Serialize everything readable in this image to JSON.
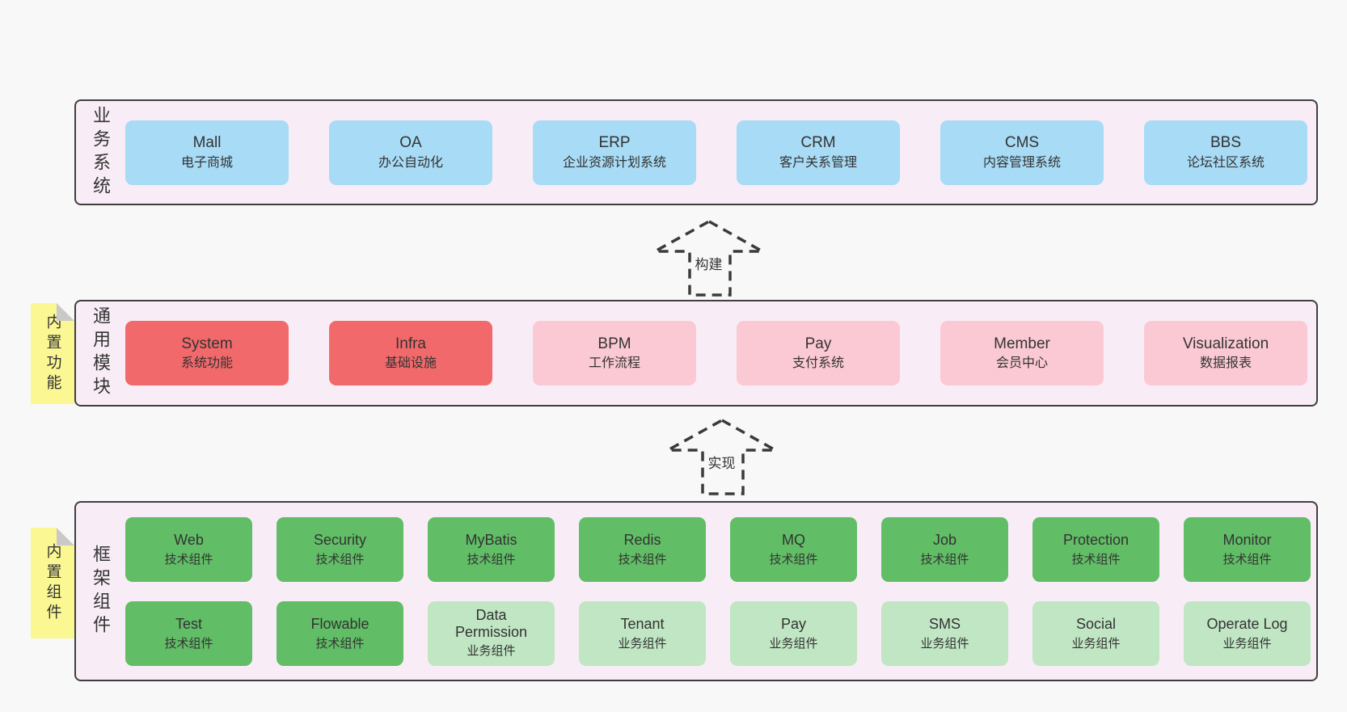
{
  "colors": {
    "page_bg": "#f8f8f8",
    "band_bg": "#f8edf6",
    "band_border": "#3f3f3f",
    "box_blue": "#a8dbf5",
    "box_red": "#f1696b",
    "box_pink": "#fbc9d3",
    "box_green_dark": "#61bd66",
    "box_green_light": "#c0e6c3",
    "note_yellow": "#fbf894",
    "note_fold_gray": "#c9c9c9",
    "text": "#333333"
  },
  "bands": [
    {
      "label": "业务系统",
      "boxes": [
        {
          "en": "Mall",
          "zh": "电子商城"
        },
        {
          "en": "OA",
          "zh": "办公自动化"
        },
        {
          "en": "ERP",
          "zh": "企业资源计划系统"
        },
        {
          "en": "CRM",
          "zh": "客户关系管理"
        },
        {
          "en": "CMS",
          "zh": "内容管理系统"
        },
        {
          "en": "BBS",
          "zh": "论坛社区系统"
        }
      ]
    },
    {
      "label": "通用模块",
      "note": "内置功能",
      "boxes": [
        {
          "en": "System",
          "zh": "系统功能"
        },
        {
          "en": "Infra",
          "zh": "基础设施"
        },
        {
          "en": "BPM",
          "zh": "工作流程"
        },
        {
          "en": "Pay",
          "zh": "支付系统"
        },
        {
          "en": "Member",
          "zh": "会员中心"
        },
        {
          "en": "Visualization",
          "zh": "数据报表"
        }
      ]
    },
    {
      "label": "框架组件",
      "note": "内置组件",
      "rows": [
        [
          {
            "en": "Web",
            "zh": "技术组件"
          },
          {
            "en": "Security",
            "zh": "技术组件"
          },
          {
            "en": "MyBatis",
            "zh": "技术组件"
          },
          {
            "en": "Redis",
            "zh": "技术组件"
          },
          {
            "en": "MQ",
            "zh": "技术组件"
          },
          {
            "en": "Job",
            "zh": "技术组件"
          },
          {
            "en": "Protection",
            "zh": "技术组件"
          },
          {
            "en": "Monitor",
            "zh": "技术组件"
          }
        ],
        [
          {
            "en": "Test",
            "zh": "技术组件"
          },
          {
            "en": "Flowable",
            "zh": "技术组件"
          },
          {
            "en": "Data Permission",
            "zh": "业务组件"
          },
          {
            "en": "Tenant",
            "zh": "业务组件"
          },
          {
            "en": "Pay",
            "zh": "业务组件"
          },
          {
            "en": "SMS",
            "zh": "业务组件"
          },
          {
            "en": "Social",
            "zh": "业务组件"
          },
          {
            "en": "Operate Log",
            "zh": "业务组件"
          }
        ]
      ]
    }
  ],
  "arrows": [
    {
      "label": "构建"
    },
    {
      "label": "实现"
    }
  ]
}
